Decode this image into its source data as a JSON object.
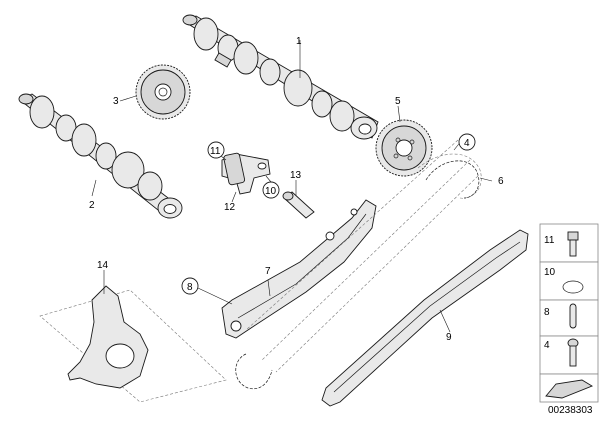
{
  "diagram": {
    "callouts": {
      "c1": "1",
      "c2": "2",
      "c3": "3",
      "c4": "4",
      "c5": "5",
      "c6": "6",
      "c7": "7",
      "c8": "8",
      "c9": "9",
      "c10": "10",
      "c11": "11",
      "c12": "12",
      "c13": "13",
      "c14": "14"
    },
    "sidebar": {
      "items": [
        {
          "label": "11",
          "icon": "bolt-icon"
        },
        {
          "label": "10",
          "icon": "o-ring-icon"
        },
        {
          "label": "8",
          "icon": "pin-icon"
        },
        {
          "label": "4",
          "icon": "screw-icon"
        }
      ],
      "footer_icon": "arrow-right-icon"
    },
    "drawing_number": "00238303"
  }
}
